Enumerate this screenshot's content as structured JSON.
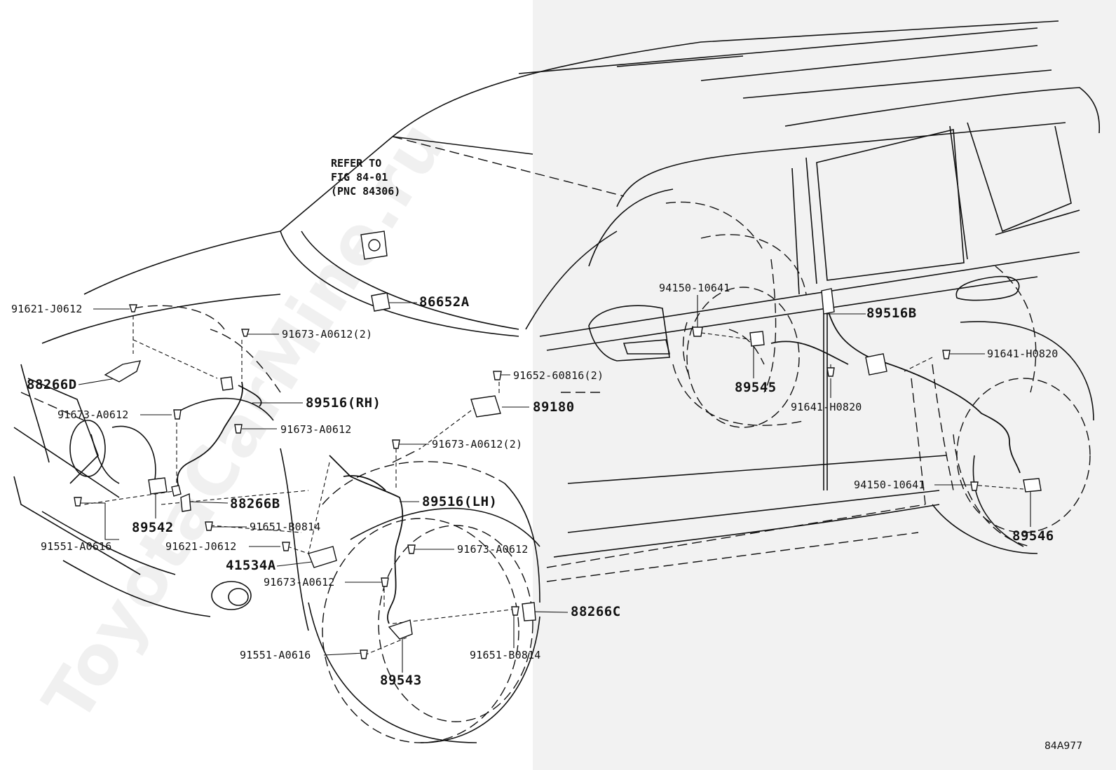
{
  "refer_note": [
    "REFER TO",
    "FIG 84-01",
    "(PNC 84306)"
  ],
  "watermark": "ToyotaCarMine.ru",
  "figure_code": "84A977",
  "labels": {
    "p91621_top": "91621-J0612",
    "p86652A": "86652A",
    "p91673_2_top": "91673-A0612(2)",
    "p88266D": "88266D",
    "p89516RH": "89516(RH)",
    "p91673_left": "91673-A0612",
    "p91673_mid": "91673-A0612",
    "p91652": "91652-60816(2)",
    "p89180": "89180",
    "p91673_2_mid": "91673-A0612(2)",
    "p89516LH": "89516(LH)",
    "p88266B": "88266B",
    "p89542": "89542",
    "p91651_left": "91651-B0814",
    "p91551_left": "91551-A0616",
    "p91621_low": "91621-J0612",
    "p91673_low": "91673-A0612",
    "p41534A": "41534A",
    "p91673_lower": "91673-A0612",
    "p88266C": "88266C",
    "p91551_low": "91551-A0616",
    "p91651_low": "91651-B0814",
    "p89543": "89543",
    "p94150_top": "94150-10641",
    "p89516B": "89516B",
    "p91641_right": "91641-H0820",
    "p89545": "89545",
    "p91641_mid": "91641-H0820",
    "p94150_low": "94150-10641",
    "p89546": "89546"
  }
}
